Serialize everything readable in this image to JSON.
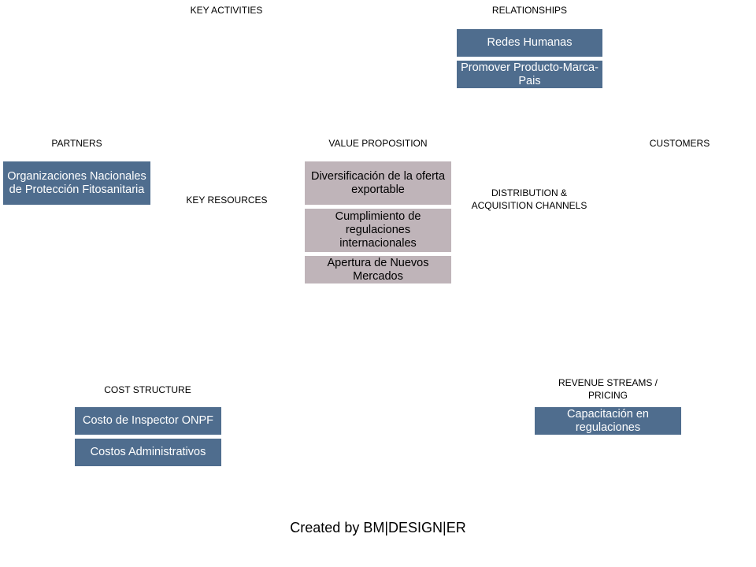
{
  "section_labels": {
    "key_activities": "KEY ACTIVITIES",
    "relationships": "RELATIONSHIPS",
    "partners": "PARTNERS",
    "value_proposition": "VALUE PROPOSITION",
    "customers": "CUSTOMERS",
    "key_resources": "KEY RESOURCES",
    "distribution_line1": "DISTRIBUTION  &",
    "distribution_line2": "ACQUISITION  CHANNELS",
    "cost_structure": "COST  STRUCTURE",
    "revenue_line1": "REVENUE  STREAMS  /",
    "revenue_line2": "PRICING"
  },
  "relationships": {
    "items": [
      "Redes Humanas",
      "Promover Producto-Marca-Pais"
    ]
  },
  "partners": {
    "items": [
      "Organizaciones Nacionales de Protección Fitosanitaria"
    ]
  },
  "value_proposition": {
    "items": [
      "Diversificación de la oferta exportable",
      "Cumplimiento de regulaciones internacionales",
      "Apertura de Nuevos Mercados"
    ]
  },
  "cost_structure": {
    "items": [
      "Costo de Inspector ONPF",
      "Costos Administrativos"
    ]
  },
  "revenue_streams": {
    "items": [
      "Capacitación en regulaciones"
    ]
  },
  "footer": {
    "credit": "Created by BM|DESIGN|ER"
  },
  "colors": {
    "block_blue": "#4f6d8e",
    "block_mauve": "#bfb4b9"
  }
}
